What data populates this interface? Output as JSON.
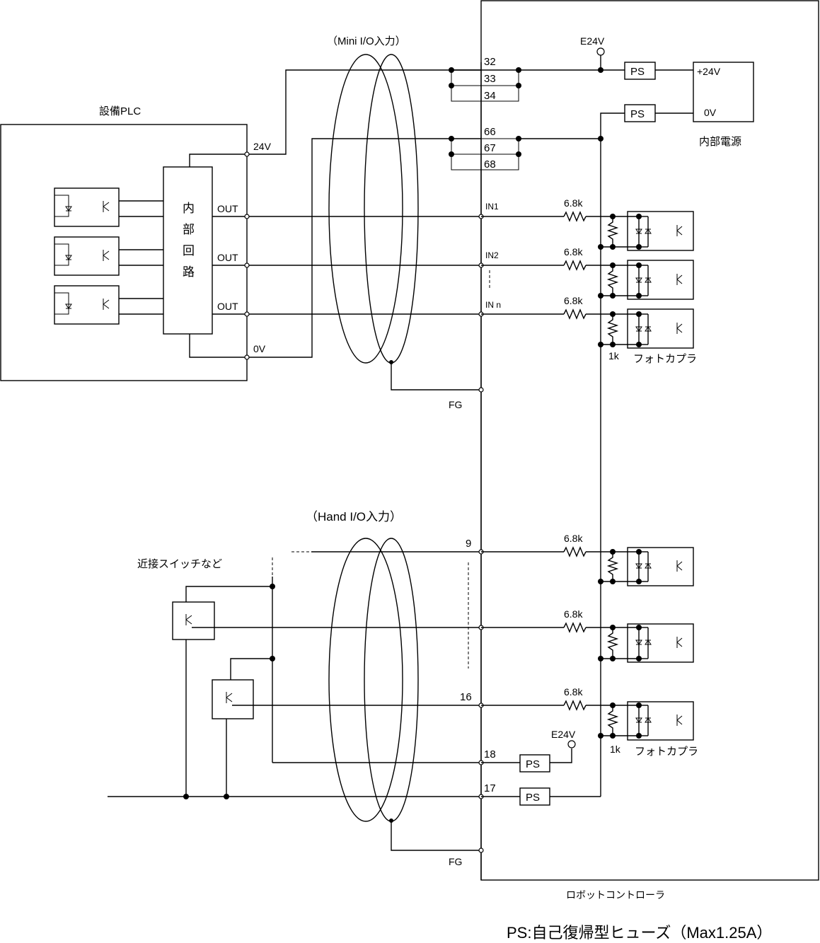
{
  "labels": {
    "plc_title": "設備PLC",
    "internal_circuit": [
      "内",
      "部",
      "回",
      "路"
    ],
    "out": "OUT",
    "v24": "24V",
    "v0": "0V",
    "mini_io": "（Mini I/O入力）",
    "hand_io": "（Hand I/O入力）",
    "e24v": "E24V",
    "ps": "PS",
    "plus24v": "+24V",
    "zero_v": "0V",
    "internal_power": "内部電源",
    "fg": "FG",
    "res_68k": "6.8k",
    "res_1k": "1k",
    "photocoupler": "フォトカプラ",
    "proximity_switch": "近接スイッチなど",
    "robot_controller": "ロボットコントローラ",
    "footnote": "PS:自己復帰型ヒューズ（Max1.25A）"
  },
  "pins": {
    "p32": "32",
    "p33": "33",
    "p34": "34",
    "p66": "66",
    "p67": "67",
    "p68": "68",
    "in1": "IN1",
    "in2": "IN2",
    "inn": "IN n",
    "p9": "9",
    "p16": "16",
    "p18": "18",
    "p17": "17"
  }
}
